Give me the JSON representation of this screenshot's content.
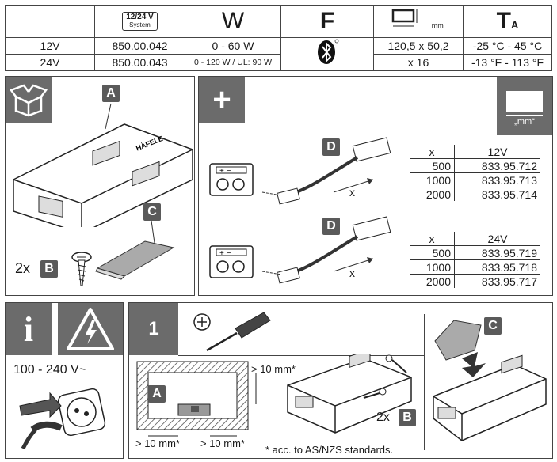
{
  "spec": {
    "system_badge": "12/24 V",
    "system_badge_sub": "System",
    "w_header": "W",
    "f_header": "F",
    "dim_unit": "mm",
    "ta_header": "T",
    "ta_sub": "A",
    "rows": [
      {
        "voltage": "12V",
        "part": "850.00.042",
        "watt": "0 - 60 W",
        "dims": "120,5 x 50,2",
        "temp": "-25 °C - 45 °C"
      },
      {
        "voltage": "24V",
        "part": "850.00.043",
        "watt": "0 - 120 W / UL: 90 W",
        "dims": "x 16",
        "temp": "-13 °F - 113 °F"
      }
    ]
  },
  "contents": {
    "label_a": "A",
    "label_b": "B",
    "label_c": "C",
    "qty_b": "2x",
    "brand": "HÄFELE"
  },
  "accessories": {
    "plus": "+",
    "mm_label": "„mm“",
    "label_d": "D",
    "x_label": "x",
    "table12": {
      "header_x": "x",
      "header_v": "12V",
      "rows": [
        [
          "500",
          "833.95.712"
        ],
        [
          "1000",
          "833.95.713"
        ],
        [
          "2000",
          "833.95.714"
        ]
      ]
    },
    "table24": {
      "header_x": "x",
      "header_v": "24V",
      "rows": [
        [
          "500",
          "833.95.719"
        ],
        [
          "1000",
          "833.95.718"
        ],
        [
          "2000",
          "833.95.717"
        ]
      ]
    }
  },
  "info": {
    "icon_text": "i",
    "voltage_range": "100 - 240 V~"
  },
  "step1": {
    "number": "1",
    "gap_top": "> 10 mm*",
    "gap_left": "> 10 mm*",
    "gap_right": "> 10 mm*",
    "label_a": "A",
    "qty_b": "2x",
    "label_b": "B",
    "label_c": "C",
    "footnote": "* acc. to AS/NZS standards."
  }
}
